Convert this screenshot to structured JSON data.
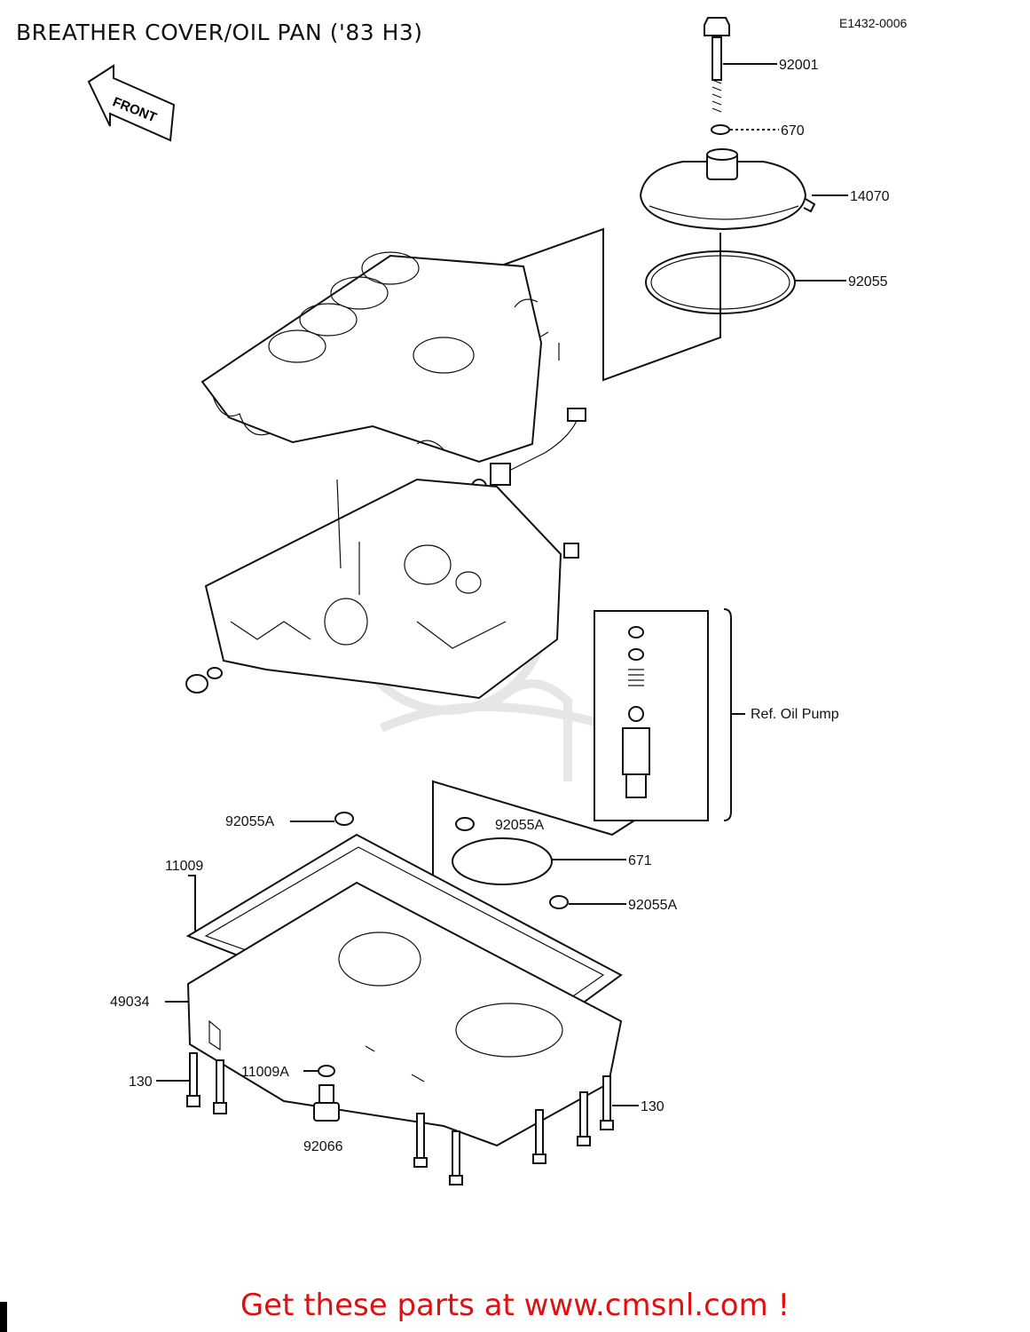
{
  "header": {
    "title": "BREATHER COVER/OIL PAN ('83 H3)",
    "diagram_code": "E1432-0006"
  },
  "front_arrow": {
    "label": "FRONT"
  },
  "callouts": {
    "bolt_top": "92001",
    "washer_top": "670",
    "breather_cover": "14070",
    "o_ring_cover": "92055",
    "ref_oil_pump": "Ref. Oil Pump",
    "seal_left": "92055A",
    "seal_mid": "92055A",
    "o_ring_pan": "671",
    "seal_right": "92055A",
    "gasket": "11009",
    "oil_pan": "49034",
    "bolts_left": "130",
    "washer_drain": "11009A",
    "drain_plug": "92066",
    "bolts_right": "130"
  },
  "footer": {
    "cta": "Get these parts at www.cmsnl.com !"
  }
}
